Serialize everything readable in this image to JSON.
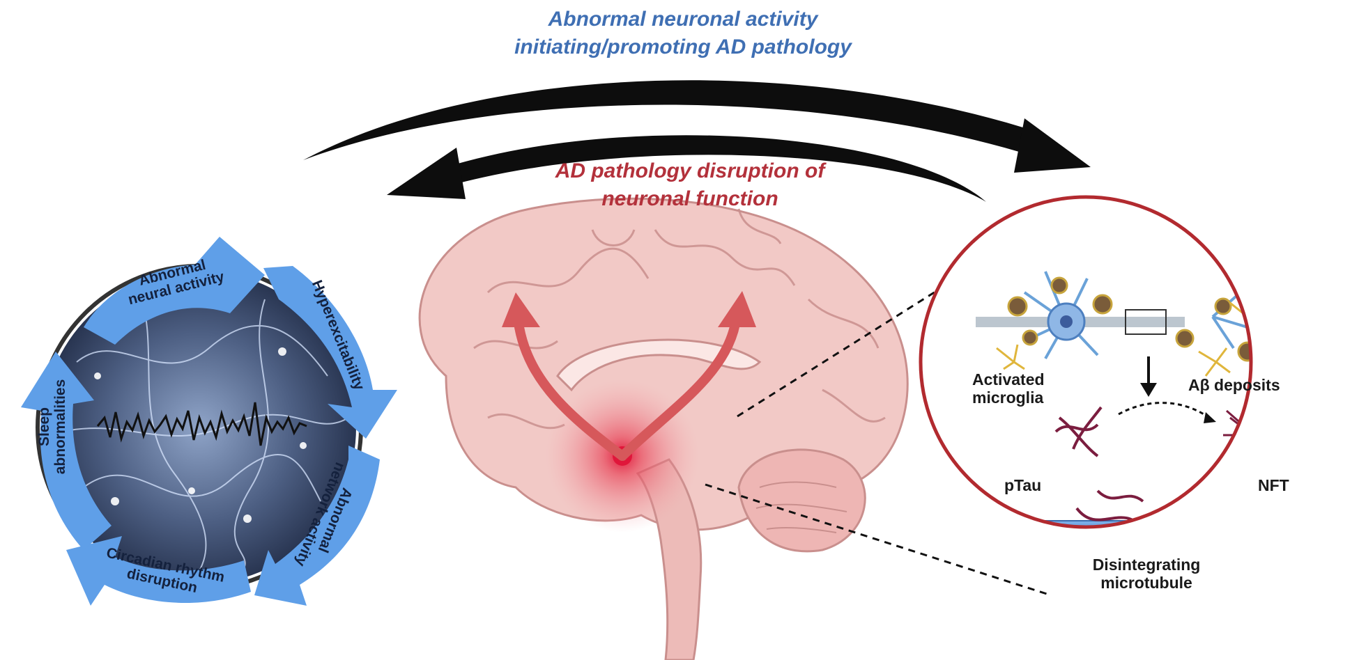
{
  "arrows": {
    "forward_label_line1": "Abnormal neuronal activity",
    "forward_label_line2": "initiating/promoting AD pathology",
    "backward_label_line1": "AD pathology disruption of",
    "backward_label_line2": "neuronal function"
  },
  "cycle": {
    "items": [
      {
        "line1": "Abnormal",
        "line2": "neural activity"
      },
      {
        "line1": "Hyperexcitability",
        "line2": ""
      },
      {
        "line1": "Abnormal",
        "line2": "network activity"
      },
      {
        "line1": "Circadian rhythm",
        "line2": "disruption"
      },
      {
        "line1": "Sleep",
        "line2": "abnormalities"
      }
    ]
  },
  "inset": {
    "activated_microglia_line1": "Activated",
    "activated_microglia_line2": "microglia",
    "abeta": "Aβ deposits",
    "ptau": "pTau",
    "nft": "NFT",
    "microtubule_line1": "Disintegrating",
    "microtubule_line2": "microtubule"
  },
  "colors": {
    "forward_label": "#3f6fb3",
    "backward_label": "#b3313b",
    "cycle_arrow": "#5f9fe8",
    "brain": "#f2c9c6",
    "inset_border": "#b22a2f"
  }
}
